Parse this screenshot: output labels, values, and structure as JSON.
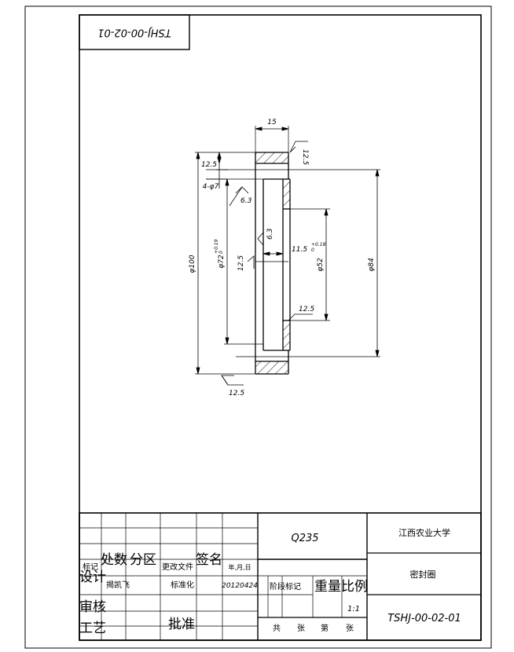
{
  "drawing_number": "TSHJ-00-02-01",
  "drawing_number_rotated": "TSHJ-00-02-01",
  "part": {
    "dimensions": {
      "width_top": "15",
      "flange_thickness": "12.5",
      "holes": "4-φ7",
      "outer_dia": "φ100",
      "bolt_circle_dia": "φ72",
      "bolt_circle_tol": "+0.19",
      "bolt_circle_tol_low": "0",
      "bore_dia": "φ52",
      "pitch_dia": "φ84",
      "groove_width": "11.5",
      "groove_tol": "+0.18",
      "groove_tol_low": "0"
    },
    "roughness": {
      "top_right": "12.5",
      "left_inner": "6.3",
      "inner_face": "6.3",
      "bore": "12.5",
      "right_lower": "12.5",
      "bottom": "12.5"
    }
  },
  "title_block": {
    "material": "Q235",
    "school": "江西农业大学",
    "part_name": "密封圈",
    "doc_number": "TSHJ-00-02-01",
    "header": {
      "mark": "标记",
      "count": "处数",
      "zone": "分区",
      "change_doc": "更改文件",
      "signature": "签名",
      "date": "年,月,日"
    },
    "designer_label": "设计",
    "designer_name": "揭凯飞",
    "standardize": "标准化",
    "design_date": "20120424",
    "stage_mark": "阶段标记",
    "weight_label": "重量",
    "scale_label": "比例",
    "scale_value": "1:1",
    "review": "审核",
    "process": "工艺",
    "approve": "批准",
    "sheets_total": "共",
    "sheets_unit1": "张",
    "sheet_no": "第",
    "sheets_unit2": "张"
  }
}
